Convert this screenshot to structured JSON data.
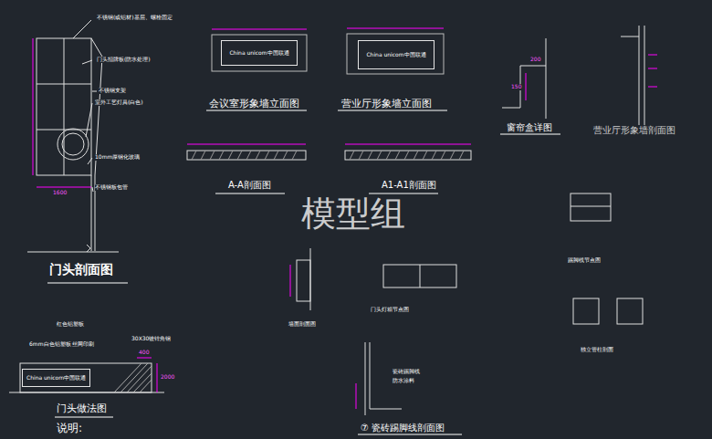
{
  "diagram": {
    "title": "门头剖面图",
    "nodes": [
      {
        "text": [
          "China unicom中国联通"
        ]
      },
      {
        "text": [
          "China unicom中国联通"
        ]
      },
      {
        "text": [
          "China unicom中国联通"
        ]
      }
    ],
    "labels": [
      "会议室形象墙立面图",
      "营业厅形象墙立面图",
      "窗帘盒详图",
      "营业厅形象墙剖面图",
      "A-A剖面图",
      "A1-A1剖面图",
      "模型组",
      "门头做法图",
      "说明:",
      "⑦ 瓷砖踢脚线剖面图",
      "不锈钢(或铝材)基层、螺栓固定",
      "门头招牌板(防水处理)",
      "不锈钢支架",
      "室外工艺灯具(白色)",
      "10mm厚钢化玻璃",
      "不锈钢板包管",
      "1600",
      "红色铝塑板",
      "6mm白色铝塑板 丝网印刷",
      "30X30镀锌角钢",
      "400",
      "2000",
      "200",
      "150",
      "墙面剖面图",
      "门头灯箱节点图",
      "独立管柱剖面",
      "踢脚线节点图",
      "瓷砖踢脚线",
      "防水涂料"
    ]
  }
}
